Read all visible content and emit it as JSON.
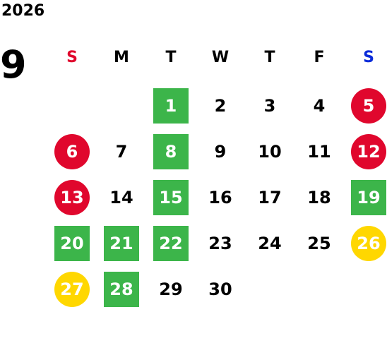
{
  "calendar": {
    "year": "2026",
    "month": "9",
    "weekdays": [
      {
        "label": "S",
        "color": "#e0072d"
      },
      {
        "label": "M",
        "color": "#000000"
      },
      {
        "label": "T",
        "color": "#000000"
      },
      {
        "label": "W",
        "color": "#000000"
      },
      {
        "label": "T",
        "color": "#000000"
      },
      {
        "label": "F",
        "color": "#000000"
      },
      {
        "label": "S",
        "color": "#0a2bd9"
      }
    ],
    "first_weekday_index": 2,
    "days": [
      {
        "day": "1",
        "mark": "green"
      },
      {
        "day": "2",
        "mark": "none"
      },
      {
        "day": "3",
        "mark": "none"
      },
      {
        "day": "4",
        "mark": "none"
      },
      {
        "day": "5",
        "mark": "red"
      },
      {
        "day": "6",
        "mark": "red"
      },
      {
        "day": "7",
        "mark": "none"
      },
      {
        "day": "8",
        "mark": "green"
      },
      {
        "day": "9",
        "mark": "none"
      },
      {
        "day": "10",
        "mark": "none"
      },
      {
        "day": "11",
        "mark": "none"
      },
      {
        "day": "12",
        "mark": "red"
      },
      {
        "day": "13",
        "mark": "red"
      },
      {
        "day": "14",
        "mark": "none"
      },
      {
        "day": "15",
        "mark": "green"
      },
      {
        "day": "16",
        "mark": "none"
      },
      {
        "day": "17",
        "mark": "none"
      },
      {
        "day": "18",
        "mark": "none"
      },
      {
        "day": "19",
        "mark": "green"
      },
      {
        "day": "20",
        "mark": "green"
      },
      {
        "day": "21",
        "mark": "green"
      },
      {
        "day": "22",
        "mark": "green"
      },
      {
        "day": "23",
        "mark": "none"
      },
      {
        "day": "24",
        "mark": "none"
      },
      {
        "day": "25",
        "mark": "none"
      },
      {
        "day": "26",
        "mark": "yellow"
      },
      {
        "day": "27",
        "mark": "yellow"
      },
      {
        "day": "28",
        "mark": "green"
      },
      {
        "day": "29",
        "mark": "none"
      },
      {
        "day": "30",
        "mark": "none"
      }
    ]
  }
}
